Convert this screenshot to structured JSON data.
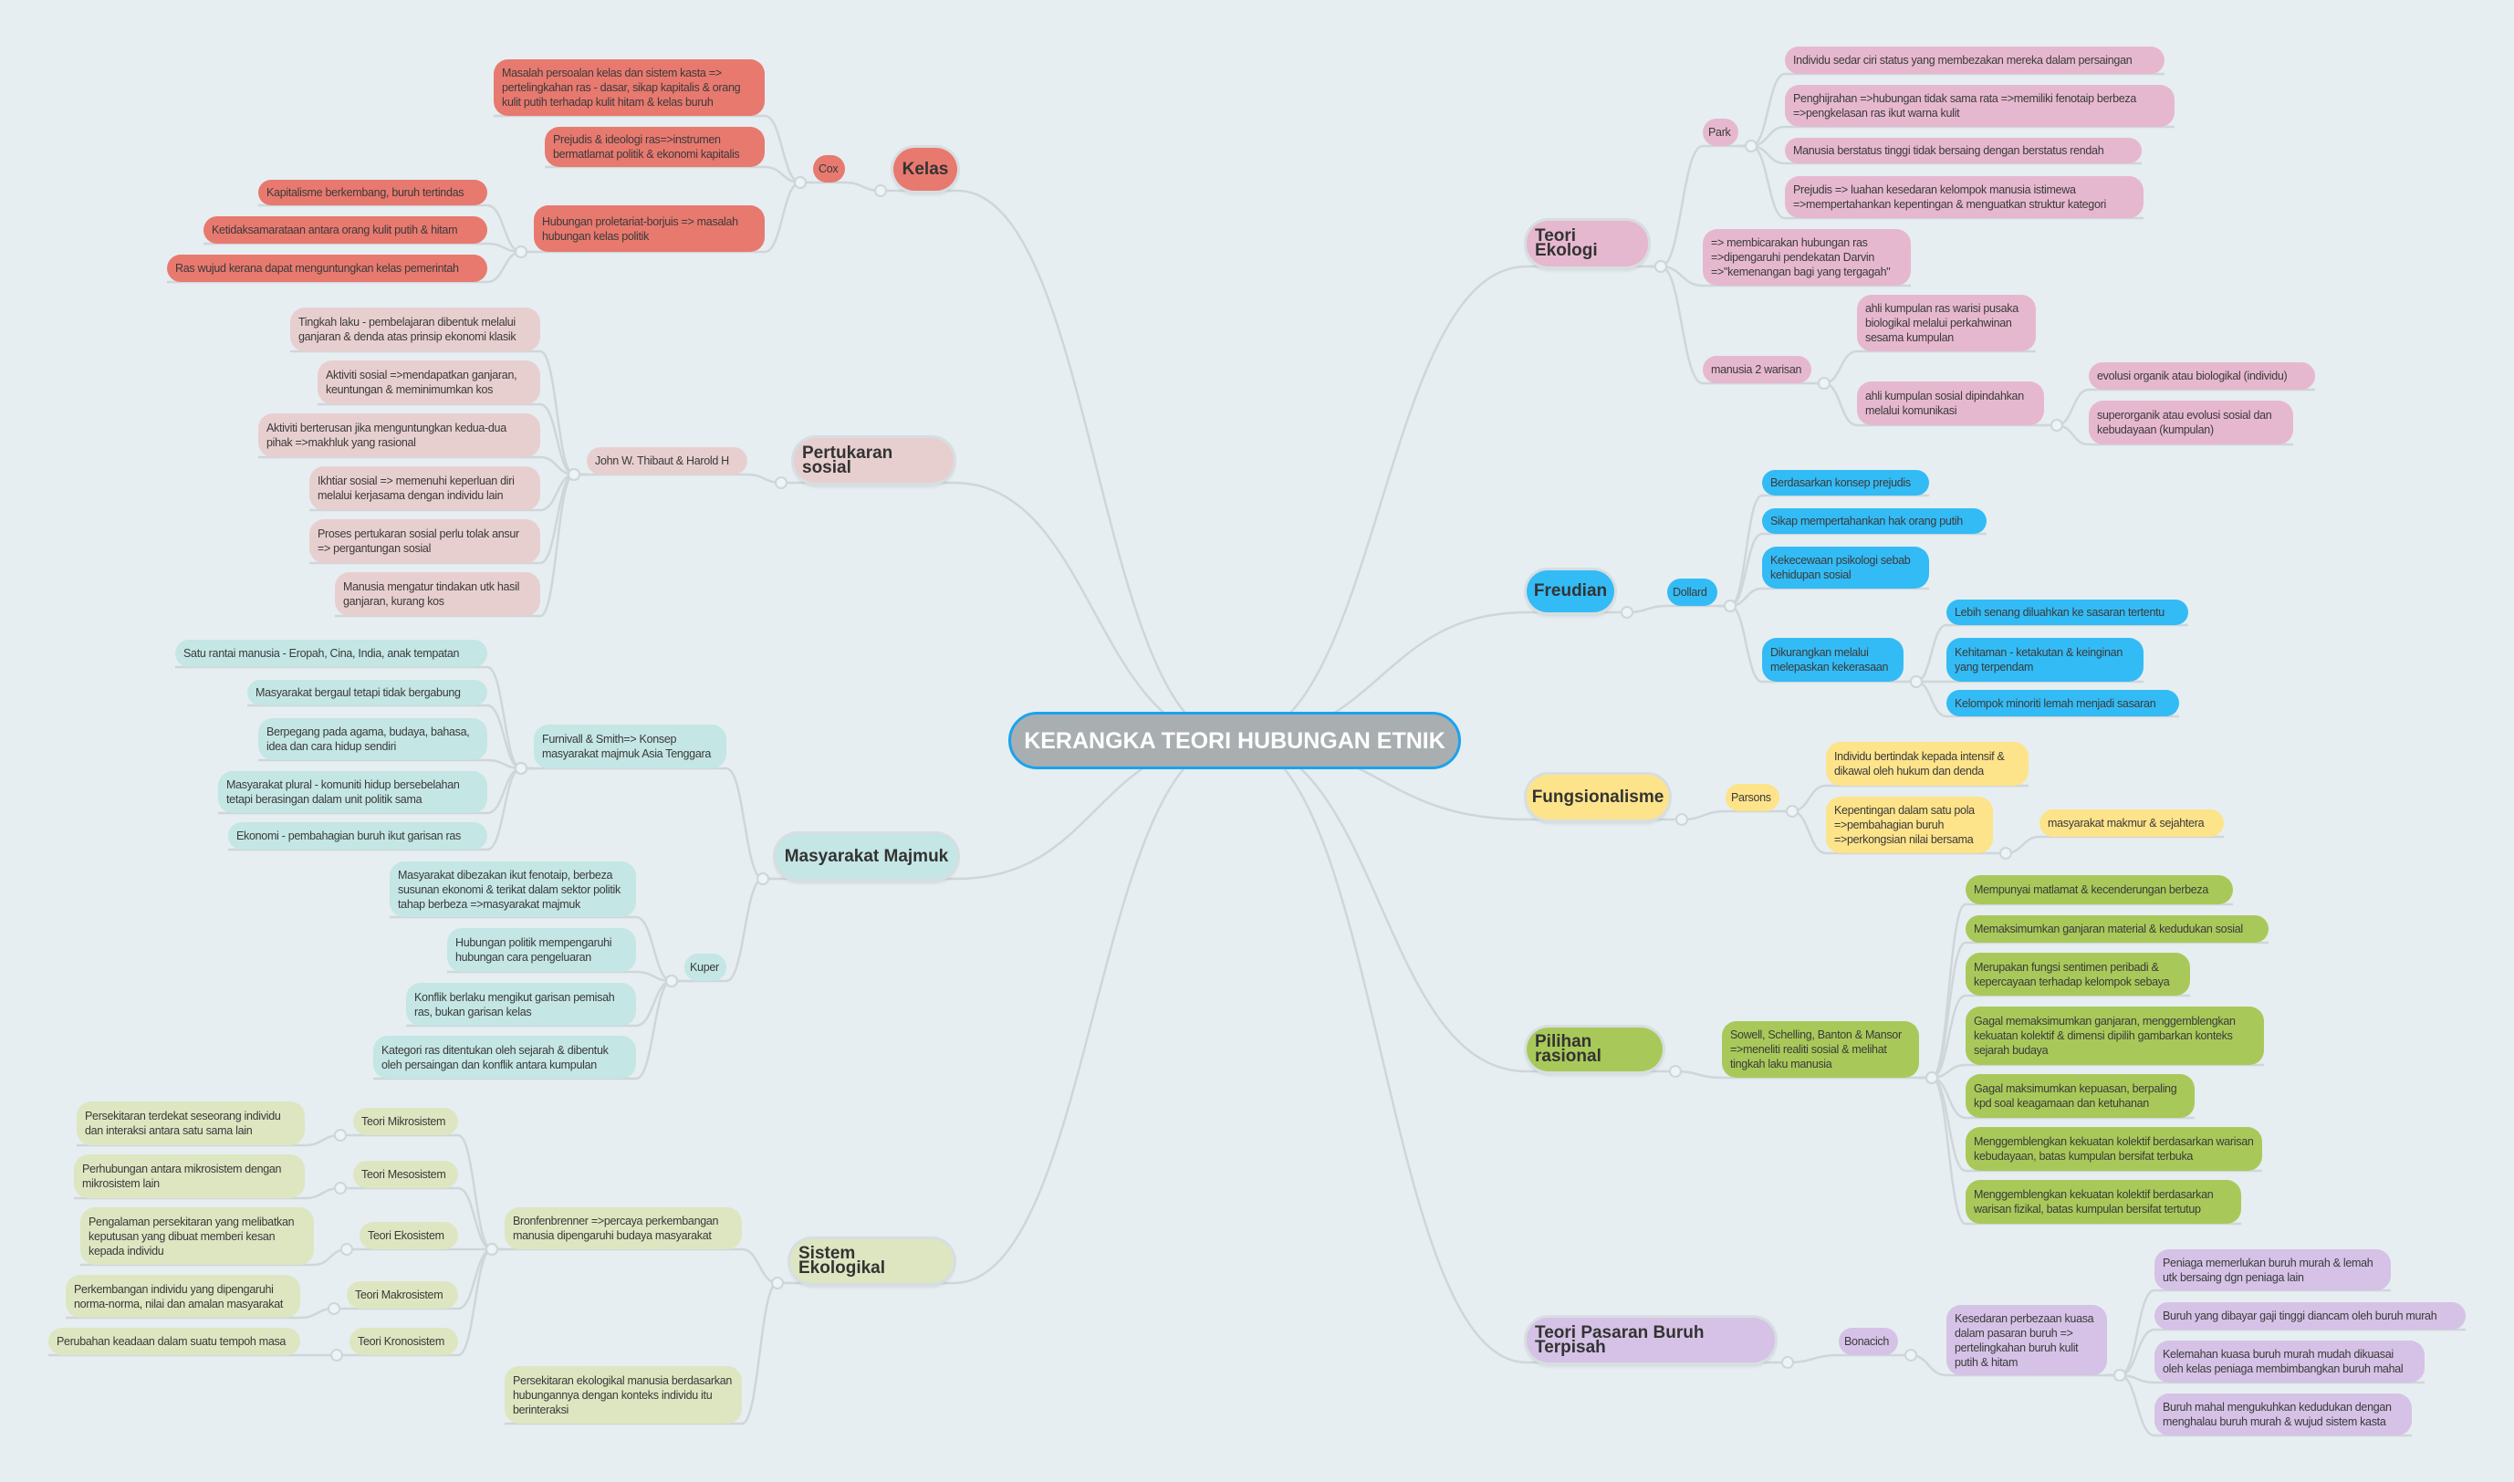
{
  "center": "KERANGKA TEORI HUBUNGAN ETNIK",
  "colors": {
    "background": "#e6eef1",
    "kelas": "#e8796f",
    "pertukaran": "#e8cfcf",
    "majmuk": "#c4e6e5",
    "sistem": "#dde6c1",
    "ekologi": "#e6b8cf",
    "freudian": "#33bbf5",
    "fungsionalisme": "#fde38a",
    "pilihan": "#a8c95a",
    "pasaran": "#d5c2e6",
    "center_border": "#1aa3ef"
  },
  "kelas": {
    "title": "Kelas",
    "author": "Cox",
    "points": [
      "Masalah persoalan kelas dan sistem kasta => pertelingkahan ras - dasar, sikap kapitalis & orang kulit putih terhadap kulit hitam & kelas buruh",
      "Prejudis & ideologi ras=>instrumen bermatlamat politik & ekonomi kapitalis",
      "Hubungan proletariat-borjuis => masalah hubungan kelas politik"
    ],
    "sub": [
      "Kapitalisme berkembang, buruh tertindas",
      "Ketidaksamarataan antara orang kulit putih & hitam",
      "Ras wujud kerana dapat menguntungkan kelas pemerintah"
    ]
  },
  "pertukaran": {
    "title": "Pertukaran sosial",
    "author": "John W. Thibaut & Harold H",
    "points": [
      "Tingkah laku - pembelajaran dibentuk melalui ganjaran & denda atas prinsip ekonomi klasik",
      "Aktiviti sosial =>mendapatkan ganjaran, keuntungan & meminimumkan kos",
      "Aktiviti berterusan  jika menguntungkan kedua-dua pihak =>makhluk yang rasional",
      "Ikhtiar sosial => memenuhi keperluan diri melalui kerjasama dengan individu lain",
      "Proses pertukaran sosial perlu tolak ansur => pergantungan sosial",
      "Manusia mengatur tindakan utk hasil ganjaran, kurang kos"
    ]
  },
  "majmuk": {
    "title": "Masyarakat Majmuk",
    "furnivall": "Furnivall & Smith=> Konsep masyarakat majmuk Asia Tenggara",
    "furnivall_points": [
      "Satu rantai manusia - Eropah, Cina, India, anak tempatan",
      "Masyarakat bergaul tetapi tidak bergabung",
      "Berpegang pada agama, budaya, bahasa, idea dan cara hidup sendiri",
      "Masyarakat plural - komuniti hidup bersebelahan tetapi berasingan dalam unit politik sama",
      "Ekonomi - pembahagian buruh ikut garisan ras"
    ],
    "kuper": "Kuper",
    "kuper_points": [
      "Masyarakat dibezakan ikut fenotaip, berbeza susunan ekonomi & terikat dalam sektor politik tahap berbeza =>masyarakat majmuk",
      "Hubungan politik mempengaruhi hubungan cara pengeluaran",
      "Konflik berlaku mengikut garisan pemisah ras, bukan garisan kelas",
      "Kategori ras ditentukan oleh sejarah & dibentuk oleh persaingan dan konflik antara kumpulan"
    ]
  },
  "sistem": {
    "title": "Sistem Ekologikal",
    "bronfenbrenner": "Bronfenbrenner =>percaya perkembangan manusia dipengaruhi budaya masyarakat",
    "persekitaran": "Persekitaran ekologikal manusia berdasarkan hubungannya dengan konteks individu itu berinteraksi",
    "theories": [
      {
        "name": "Teori Mikrosistem",
        "desc": "Persekitaran terdekat seseorang individu dan interaksi antara satu sama lain"
      },
      {
        "name": "Teori Mesosistem",
        "desc": "Perhubungan antara mikrosistem dengan mikrosistem lain"
      },
      {
        "name": "Teori Ekosistem",
        "desc": "Pengalaman persekitaran yang melibatkan keputusan yang dibuat memberi kesan kepada individu"
      },
      {
        "name": "Teori Makrosistem",
        "desc": "Perkembangan individu yang dipengaruhi norma-norma, nilai dan amalan masyarakat"
      },
      {
        "name": "Teori Kronosistem",
        "desc": "Perubahan keadaan dalam suatu tempoh masa"
      }
    ]
  },
  "ekologi": {
    "title": "Teori Ekologi",
    "park": "Park",
    "park_points": [
      "Individu sedar ciri status yang membezakan mereka dalam persaingan",
      "Penghijrahan =>hubungan tidak sama rata =>memiliki fenotaip berbeza =>pengkelasan ras ikut warna kulit",
      "Manusia berstatus tinggi tidak bersaing dengan berstatus rendah",
      "Prejudis => luahan kesedaran kelompok manusia istimewa =>mempertahankan kepentingan & menguatkan struktur kategori"
    ],
    "darwin": "=> membicarakan hubungan ras =>dipengaruhi pendekatan Darvin =>\"kemenangan bagi yang tergagah\"",
    "warisan": "manusia 2 warisan",
    "warisan_points": [
      "ahli kumpulan ras warisi pusaka biologikal melalui perkahwinan sesama kumpulan",
      "ahli kumpulan sosial dipindahkan melalui komunikasi"
    ],
    "evolusi": [
      "evolusi organik atau biologikal (individu)",
      "superorganik atau evolusi sosial dan kebudayaan (kumpulan)"
    ]
  },
  "freudian": {
    "title": "Freudian",
    "author": "Dollard",
    "points": [
      "Berdasarkan konsep prejudis",
      "Sikap mempertahankan hak orang putih",
      "Kekecewaan psikologi sebab kehidupan sosial",
      "Dikurangkan melalui melepaskan kekerasaan"
    ],
    "sub": [
      "Lebih senang diluahkan ke sasaran tertentu",
      "Kehitaman - ketakutan & keinginan yang terpendam",
      "Kelompok minoriti lemah menjadi sasaran"
    ]
  },
  "fungsionalisme": {
    "title": "Fungsionalisme",
    "author": "Parsons",
    "points": [
      "Individu bertindak kepada intensif & dikawal oleh hukum dan denda",
      "Kepentingan dalam satu pola =>pembahagian buruh =>perkongsian nilai bersama"
    ],
    "sub": [
      "masyarakat makmur & sejahtera"
    ]
  },
  "pilihan": {
    "title": "Pilihan rasional",
    "author": "Sowell, Schelling, Banton & Mansor =>meneliti realiti sosial & melihat tingkah laku manusia",
    "points": [
      "Mempunyai matlamat & kecenderungan berbeza",
      "Memaksimumkan ganjaran material & kedudukan sosial",
      "Merupakan fungsi sentimen peribadi & kepercayaan terhadap kelompok sebaya",
      "Gagal memaksimumkan ganjaran, menggemblengkan kekuatan kolektif & dimensi dipilih gambarkan konteks sejarah budaya",
      "Gagal maksimumkan kepuasan, berpaling kpd soal keagamaan dan ketuhanan",
      "Menggemblengkan kekuatan kolektif berdasarkan warisan kebudayaan, batas kumpulan bersifat terbuka",
      "Menggemblengkan kekuatan kolektif berdasarkan warisan fizikal, batas kumpulan bersifat tertutup"
    ]
  },
  "pasaran": {
    "title": "Teori Pasaran Buruh Terpisah",
    "author": "Bonacich",
    "main_point": "Kesedaran perbezaan kuasa dalam pasaran buruh => pertelingkahan buruh kulit putih & hitam",
    "points": [
      "Peniaga memerlukan buruh murah & lemah utk bersaing dgn peniaga lain",
      "Buruh yang dibayar gaji tinggi diancam oleh buruh murah",
      "Kelemahan kuasa buruh murah mudah dikuasai oleh kelas peniaga membimbangkan buruh mahal",
      "Buruh mahal mengukuhkan kedudukan dengan menghalau buruh murah & wujud sistem kasta"
    ]
  }
}
